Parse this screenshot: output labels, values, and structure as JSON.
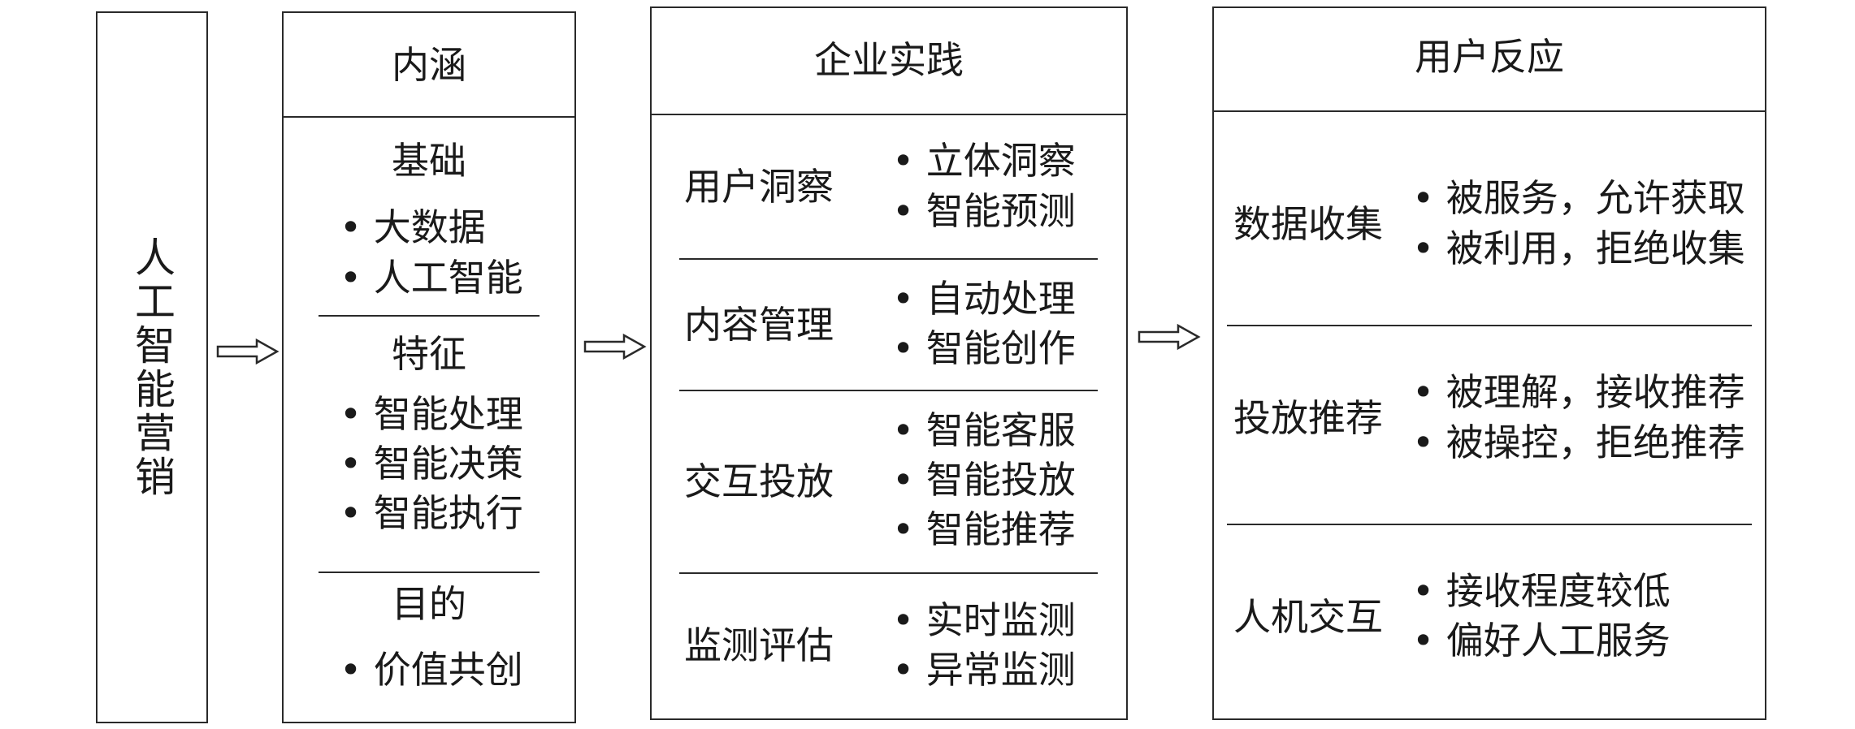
{
  "concept": "人工智能营销",
  "connotation": {
    "title": "内涵",
    "sections": [
      {
        "heading": "基础",
        "items": [
          "大数据",
          "人工智能"
        ]
      },
      {
        "heading": "特征",
        "items": [
          "智能处理",
          "智能决策",
          "智能执行"
        ]
      },
      {
        "heading": "目的",
        "items": [
          "价值共创"
        ]
      }
    ]
  },
  "practice": {
    "title": "企业实践",
    "rows": [
      {
        "label": "用户洞察",
        "items": [
          "立体洞察",
          "智能预测"
        ]
      },
      {
        "label": "内容管理",
        "items": [
          "自动处理",
          "智能创作"
        ]
      },
      {
        "label": "交互投放",
        "items": [
          "智能客服",
          "智能投放",
          "智能推荐"
        ]
      },
      {
        "label": "监测评估",
        "items": [
          "实时监测",
          "异常监测"
        ]
      }
    ]
  },
  "response": {
    "title": "用户反应",
    "rows": [
      {
        "label": "数据收集",
        "items": [
          "被服务，允许获取",
          "被利用，拒绝收集"
        ]
      },
      {
        "label": "投放推荐",
        "items": [
          "被理解，接收推荐",
          "被操控，拒绝推荐"
        ]
      },
      {
        "label": "人机交互",
        "items": [
          "接收程度较低",
          "偏好人工服务"
        ]
      }
    ]
  },
  "bullet": "•"
}
